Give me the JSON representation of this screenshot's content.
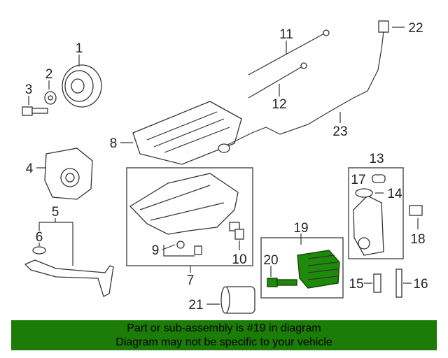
{
  "diagram": {
    "labels": {
      "p1": "1",
      "p2": "2",
      "p3": "3",
      "p4": "4",
      "p5": "5",
      "p6": "6",
      "p7": "7",
      "p8": "8",
      "p9": "9",
      "p10": "10",
      "p11": "11",
      "p12": "12",
      "p13": "13",
      "p14": "14",
      "p15": "15",
      "p16": "16",
      "p17": "17",
      "p18": "18",
      "p19": "19",
      "p20": "20",
      "p21": "21",
      "p22": "22",
      "p23": "23"
    },
    "highlight_color": "#1f8a0a"
  },
  "banner": {
    "line1": "Part or sub-assembly is #19 in diagram",
    "line2": "Diagram may not be specific to your vehicle",
    "color": "#1b7c06"
  }
}
